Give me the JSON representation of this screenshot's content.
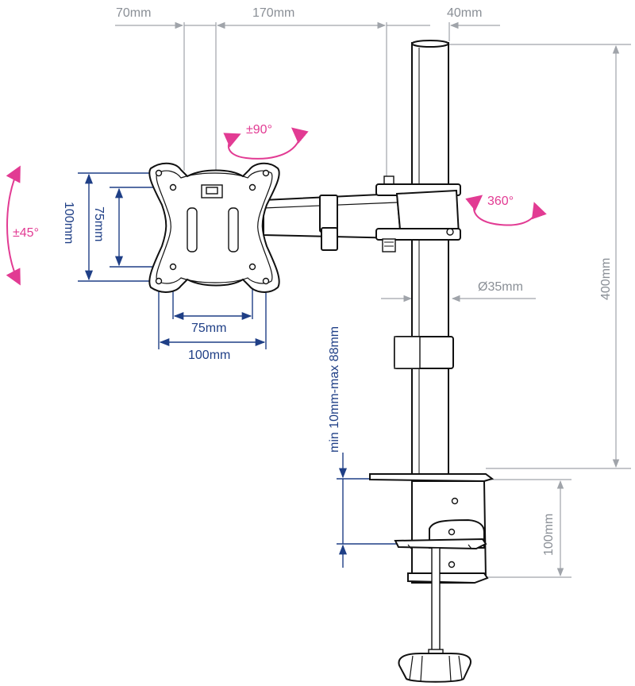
{
  "dimensions": {
    "offset_width": "70mm",
    "arm_length": "170mm",
    "pole_offset": "40mm",
    "pole_height": "400mm",
    "pole_diameter": "Ø35mm",
    "clamp_range": "min 10mm-max 88mm",
    "clamp_depth": "100mm",
    "vesa_small_h": "75mm",
    "vesa_large_h": "100mm",
    "vesa_small_v": "75mm",
    "vesa_large_v": "100mm"
  },
  "rotations": {
    "swivel": "±90°",
    "arm_rotation": "360°",
    "tilt": "±45°"
  },
  "colors": {
    "gray_dimension": "#8a8f96",
    "navy_dimension": "#1f3f86",
    "pink_rotation": "#e23b93",
    "line": "#111111"
  }
}
